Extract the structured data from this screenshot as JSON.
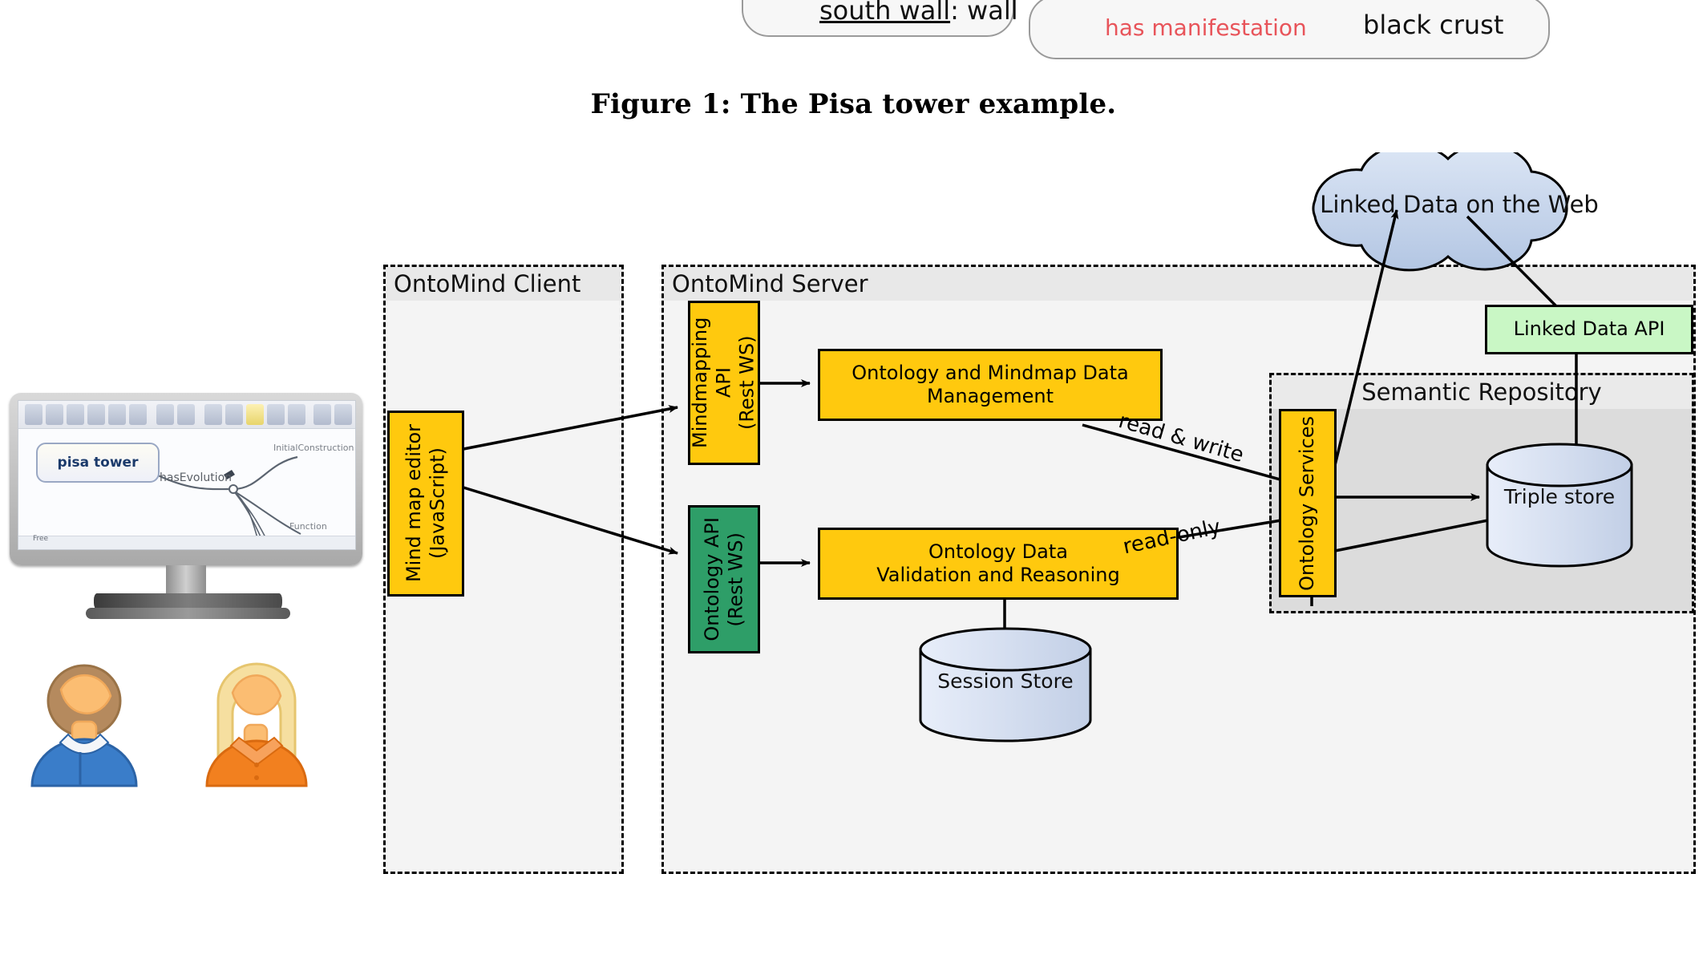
{
  "figure_fragment": {
    "node_subject": "south wall",
    "node_subject_suffix": ": wall",
    "relation": "has manifestation",
    "relation_color": "#e8545a",
    "object": "black crust"
  },
  "caption": "Figure 1: The Pisa tower example.",
  "diagram": {
    "title_cloud": "Linked Data on the Web",
    "groups": {
      "client": "OntoMind Client",
      "server": "OntoMind Server",
      "repository": "Semantic Repository"
    },
    "boxes": {
      "mindmap_editor": "Mind map editor\n(JavaScript)",
      "mindmapping_api": "Mindmapping API\n(Rest WS)",
      "ontology_api": "Ontology API\n(Rest WS)",
      "ontology_mindmap_mgmt": "Ontology and Mindmap Data\nManagement",
      "ontology_validation": "Ontology Data\nValidation and Reasoning",
      "ontology_services": "Ontology Services",
      "linked_data_api": "Linked Data API"
    },
    "stores": {
      "triple_store": "Triple store",
      "session_store": "Session Store"
    },
    "edge_labels": {
      "read_write": "read & write",
      "read_only": "read-only"
    },
    "colors": {
      "yellow": "#ffc90e",
      "green_api": "#2e9e68",
      "green_light": "#c9f7c5",
      "cloud": "#c3d3ea",
      "cylinder": "#d3ddef",
      "group_bg": "#f4f4f4",
      "group_header": "#e8e8e8",
      "repo_bg": "#dcdcdc"
    },
    "screen": {
      "mindmap_root": "pisa tower",
      "edge_label": "hasEvolution",
      "branch_top": "InitialConstruction",
      "branch_bottom": "Function",
      "status": "Free"
    },
    "actors": [
      {
        "name": "user-male",
        "shirt": "#3a7dc9",
        "hair": "#b58a5e"
      },
      {
        "name": "user-female",
        "shirt": "#f2801f",
        "hair": "#f6dfa0"
      }
    ]
  }
}
